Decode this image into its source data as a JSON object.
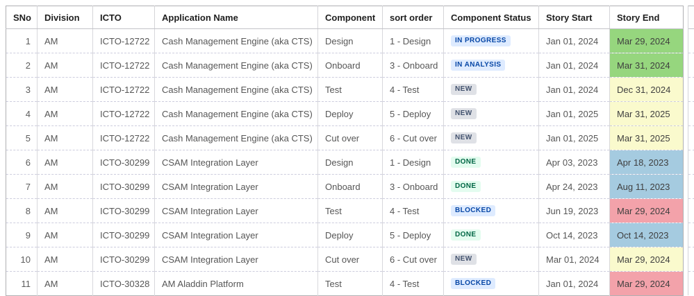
{
  "table": {
    "columns": [
      "SNo",
      "Division",
      "ICTO",
      "Application Name",
      "Component",
      "sort order",
      "Component Status",
      "Story Start",
      "Story End"
    ],
    "rows": [
      {
        "sno": "1",
        "division": "AM",
        "icto": "ICTO-12722",
        "application": "Cash Management Engine (aka CTS)",
        "component": "Design",
        "sort_order": "1 - Design",
        "status": "IN PROGRESS",
        "story_start": "Jan 01, 2024",
        "story_end": "Mar 29, 2024",
        "story_end_color": "green"
      },
      {
        "sno": "2",
        "division": "AM",
        "icto": "ICTO-12722",
        "application": "Cash Management Engine (aka CTS)",
        "component": "Onboard",
        "sort_order": "3 - Onboard",
        "status": "IN ANALYSIS",
        "story_start": "Jan 01, 2024",
        "story_end": "Mar 31, 2024",
        "story_end_color": "green"
      },
      {
        "sno": "3",
        "division": "AM",
        "icto": "ICTO-12722",
        "application": "Cash Management Engine (aka CTS)",
        "component": "Test",
        "sort_order": "4 - Test",
        "status": "NEW",
        "story_start": "Jan 01, 2024",
        "story_end": "Dec 31, 2024",
        "story_end_color": "yellow"
      },
      {
        "sno": "4",
        "division": "AM",
        "icto": "ICTO-12722",
        "application": "Cash Management Engine (aka CTS)",
        "component": "Deploy",
        "sort_order": "5 - Deploy",
        "status": "NEW",
        "story_start": "Jan 01, 2025",
        "story_end": "Mar 31, 2025",
        "story_end_color": "yellow"
      },
      {
        "sno": "5",
        "division": "AM",
        "icto": "ICTO-12722",
        "application": "Cash Management Engine (aka CTS)",
        "component": "Cut over",
        "sort_order": "6 - Cut over",
        "status": "NEW",
        "story_start": "Jan 01, 2025",
        "story_end": "Mar 31, 2025",
        "story_end_color": "yellow"
      },
      {
        "sno": "6",
        "division": "AM",
        "icto": "ICTO-30299",
        "application": "CSAM Integration Layer",
        "component": "Design",
        "sort_order": "1 - Design",
        "status": "DONE",
        "story_start": "Apr 03, 2023",
        "story_end": "Apr 18, 2023",
        "story_end_color": "blue"
      },
      {
        "sno": "7",
        "division": "AM",
        "icto": "ICTO-30299",
        "application": "CSAM Integration Layer",
        "component": "Onboard",
        "sort_order": "3 - Onboard",
        "status": "DONE",
        "story_start": "Apr 24, 2023",
        "story_end": "Aug 11, 2023",
        "story_end_color": "blue"
      },
      {
        "sno": "8",
        "division": "AM",
        "icto": "ICTO-30299",
        "application": "CSAM Integration Layer",
        "component": "Test",
        "sort_order": "4 - Test",
        "status": "BLOCKED",
        "story_start": "Jun 19, 2023",
        "story_end": "Mar 29, 2024",
        "story_end_color": "red"
      },
      {
        "sno": "9",
        "division": "AM",
        "icto": "ICTO-30299",
        "application": "CSAM Integration Layer",
        "component": "Deploy",
        "sort_order": "5 - Deploy",
        "status": "DONE",
        "story_start": "Oct 14, 2023",
        "story_end": "Oct 14, 2023",
        "story_end_color": "blue"
      },
      {
        "sno": "10",
        "division": "AM",
        "icto": "ICTO-30299",
        "application": "CSAM Integration Layer",
        "component": "Cut over",
        "sort_order": "6 - Cut over",
        "status": "NEW",
        "story_start": "Mar 01, 2024",
        "story_end": "Mar 29, 2024",
        "story_end_color": "yellow"
      },
      {
        "sno": "11",
        "division": "AM",
        "icto": "ICTO-30328",
        "application": "AM Aladdin Platform",
        "component": "Test",
        "sort_order": "4 - Test",
        "status": "BLOCKED",
        "story_start": "Jan 01, 2024",
        "story_end": "Mar 29, 2024",
        "story_end_color": "red"
      }
    ]
  },
  "colors": {
    "status_badges": {
      "IN PROGRESS": {
        "bg": "#deebff",
        "fg": "#0747a6"
      },
      "IN ANALYSIS": {
        "bg": "#deebff",
        "fg": "#0747a6"
      },
      "NEW": {
        "bg": "#dfe1e6",
        "fg": "#42526e"
      },
      "DONE": {
        "bg": "#e3fcef",
        "fg": "#006644"
      },
      "BLOCKED": {
        "bg": "#deebff",
        "fg": "#0747a6"
      }
    },
    "story_end_fill": {
      "green": "#96d67e",
      "yellow": "#fafacd",
      "blue": "#a5cbe0",
      "red": "#f3a2aa"
    }
  }
}
